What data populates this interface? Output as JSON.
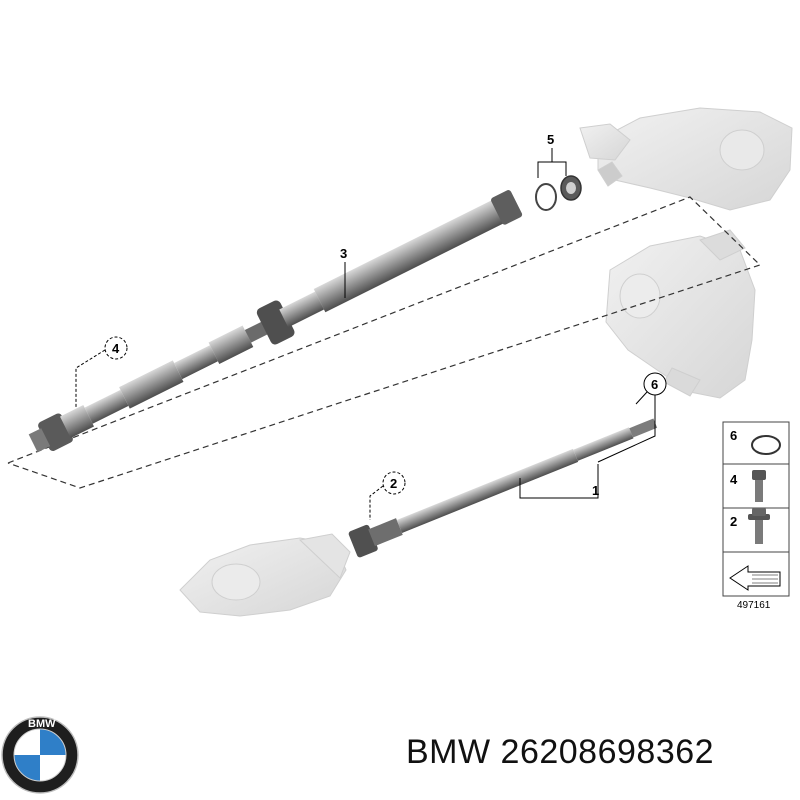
{
  "diagram": {
    "callouts": [
      {
        "id": "c1",
        "number": "1"
      },
      {
        "id": "c2",
        "number": "2"
      },
      {
        "id": "c3",
        "number": "3"
      },
      {
        "id": "c4",
        "number": "4"
      },
      {
        "id": "c5",
        "number": "5"
      },
      {
        "id": "c6",
        "number": "6"
      }
    ],
    "legend": {
      "items": [
        {
          "number": "6",
          "part": "o-ring-icon"
        },
        {
          "number": "4",
          "part": "bolt-icon"
        },
        {
          "number": "2",
          "part": "flange-bolt-icon"
        }
      ],
      "diagram_id": "497161"
    }
  },
  "logo": {
    "text": "BMW"
  },
  "caption": {
    "brand": "BMW",
    "part_number": "26208698362"
  },
  "colors": {
    "shaft_dark": "#6f6f6f",
    "shaft_light": "#b8b8b8",
    "ghost_part": "#e3e3e3",
    "logo_blue": "#2f7fc8",
    "logo_ring": "#222222"
  }
}
